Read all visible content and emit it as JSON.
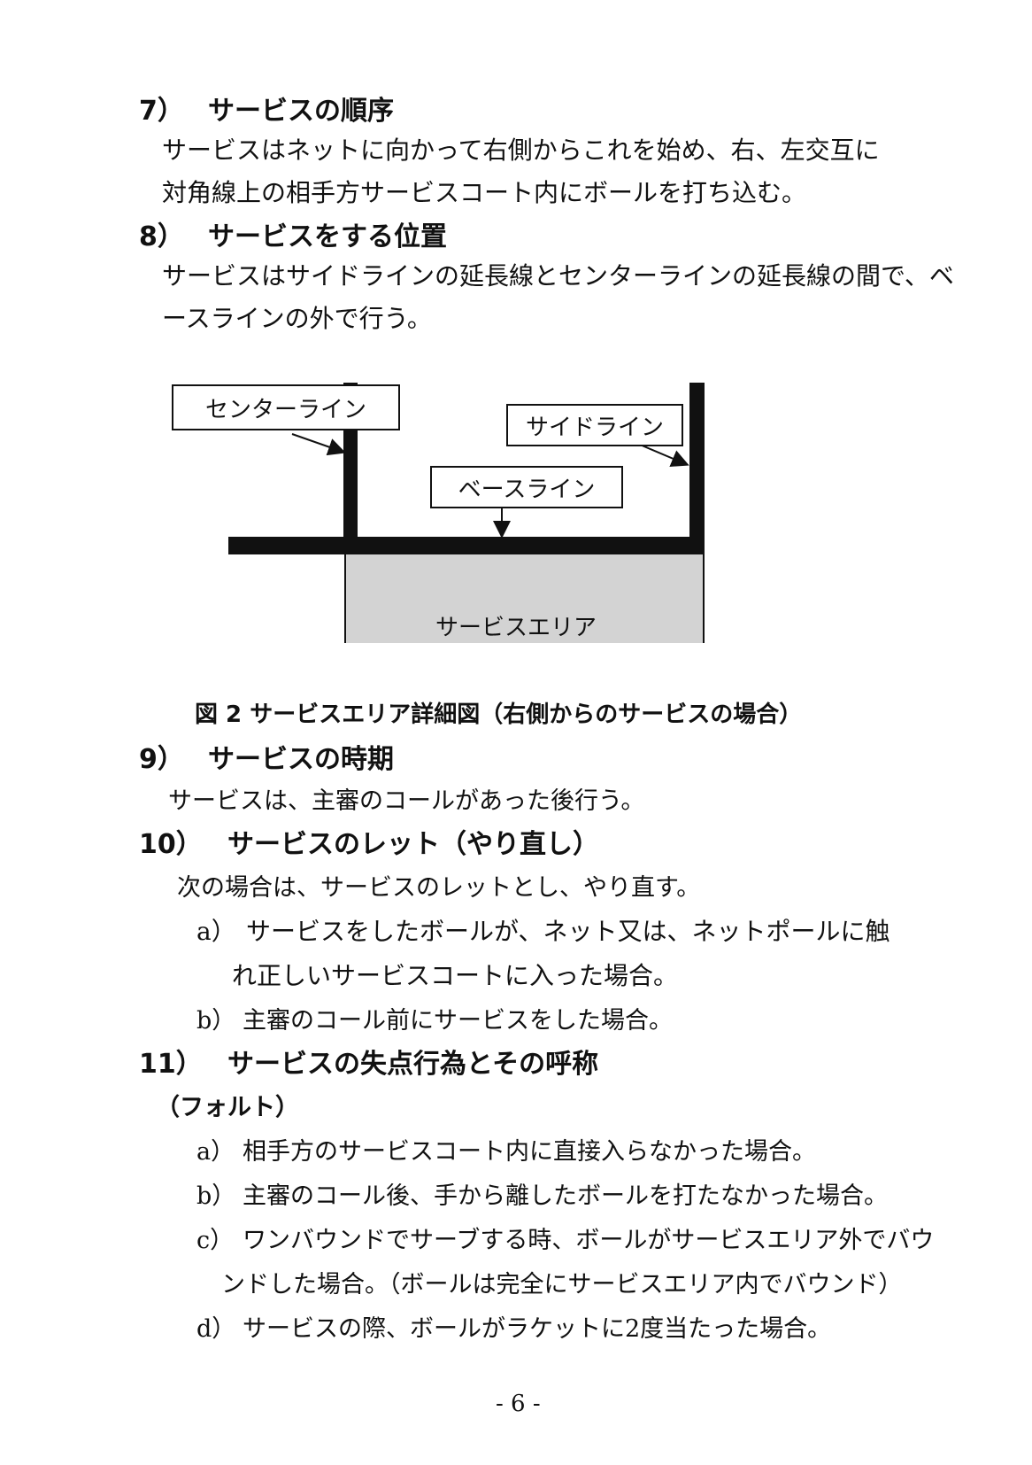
{
  "sections": {
    "s7": {
      "number": "7）",
      "title": "サービスの順序",
      "lines": [
        "サービスはネットに向かって右側からこれを始め、右、左交互に",
        "対角線上の相手方サービスコート内にボールを打ち込む。"
      ]
    },
    "s8": {
      "number": "8）",
      "title": "サービスをする位置",
      "lines": [
        "サービスはサイドラインの延長線とセンターラインの延長線の間で、ベ",
        "ースラインの外で行う。"
      ]
    },
    "s9": {
      "number": "9）",
      "title": "サービスの時期",
      "lines": [
        "サービスは、主審のコールがあった後行う。"
      ]
    },
    "s10": {
      "number": "10）",
      "title": "サービスのレット（やり直し）",
      "intro": "次の場合は、サービスのレットとし、やり直す。",
      "items": [
        {
          "mark": "a）",
          "line1": "サービスをしたボールが、ネット又は、ネットポールに触",
          "line2": "れ正しいサービスコートに入った場合。"
        },
        {
          "mark": "b）",
          "line1": "主審のコール前にサービスをした場合。"
        }
      ]
    },
    "s11": {
      "number": "11）",
      "title": "サービスの失点行為とその呼称",
      "sub": "（フォルト）",
      "items": [
        {
          "mark": "a）",
          "line1": "相手方のサービスコート内に直接入らなかった場合。"
        },
        {
          "mark": "b）",
          "line1": "主審のコール後、手から離したボールを打たなかった場合。"
        },
        {
          "mark": "c）",
          "line1": "ワンバウンドでサーブする時、ボールがサービスエリア外でバウ",
          "line2": "ンドした場合。（ボールは完全にサービスエリア内でバウンド）"
        },
        {
          "mark": "d）",
          "line1": "サービスの際、ボールがラケットに2度当たった場合。"
        }
      ]
    }
  },
  "figure": {
    "labels": {
      "center_line": "センターライン",
      "side_line": "サイドライン",
      "base_line": "ベースライン",
      "service_area": "サービスエリア"
    },
    "caption": "図 2 サービスエリア詳細図（右側からのサービスの場合）",
    "colors": {
      "area_fill": "#d3d3d3",
      "line": "#111111"
    }
  },
  "page_number": "- 6 -"
}
